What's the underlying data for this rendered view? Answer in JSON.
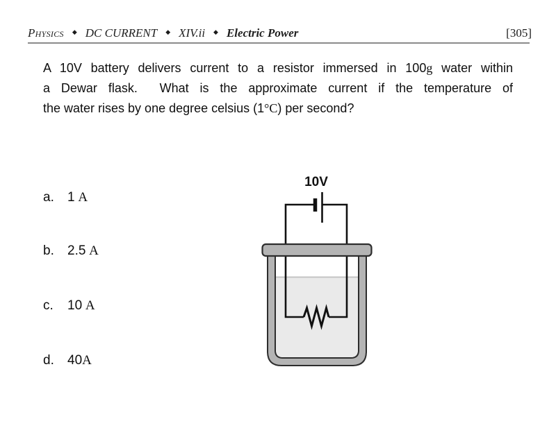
{
  "header": {
    "subject": "Physics",
    "topic": "DC CURRENT",
    "section": "XIV.ii",
    "subtopic": "Electric Power",
    "separator": "◆",
    "page_number": "[305]"
  },
  "question": {
    "line1_a": "A 10V battery delivers current to a resistor immersed in 100",
    "line1_unit": "g",
    "line1_b": " water within",
    "line2": "a Dewar flask.  What is the approximate current if the temperature of",
    "line3_a": "the water rises by one degree celsius (1",
    "line3_unit": "°C",
    "line3_b": ") per second?"
  },
  "options": [
    {
      "letter": "a.",
      "value": "1",
      "unit": " A"
    },
    {
      "letter": "b.",
      "value": "2.5",
      "unit": " A"
    },
    {
      "letter": "c.",
      "value": "10",
      "unit": " A"
    },
    {
      "letter": "d.",
      "value": "40",
      "unit": "A"
    }
  ],
  "diagram": {
    "battery_label": "10V",
    "colors": {
      "flask_gray": "#b4b4b4",
      "water": "#eaeaea",
      "water_line": "#c4c4c4",
      "outline": "#2d2d2d",
      "wire": "#111111"
    }
  }
}
